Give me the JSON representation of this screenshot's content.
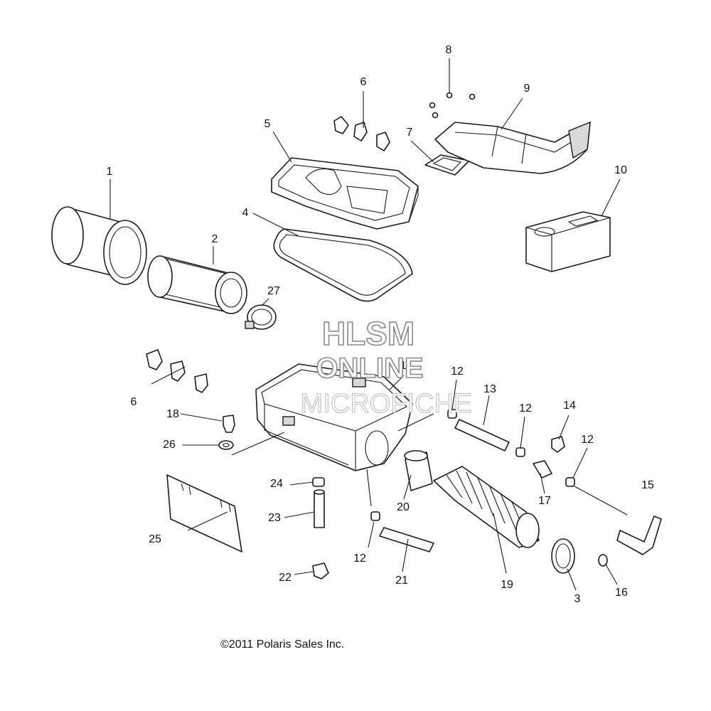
{
  "watermark": {
    "line1": "HLSM",
    "line2": "ONLINE",
    "line3": "MICROFICHE"
  },
  "copyright": "©2011 Polaris Sales Inc.",
  "callouts": {
    "c1": "1",
    "c2": "2",
    "c3": "3",
    "c4": "4",
    "c5": "5",
    "c6a": "6",
    "c6b": "6",
    "c7": "7",
    "c8": "8",
    "c9": "9",
    "c10": "10",
    "c11": "11",
    "c12a": "12",
    "c12b": "12",
    "c12c": "12",
    "c12d": "12",
    "c13": "13",
    "c14": "14",
    "c15": "15",
    "c16": "16",
    "c17": "17",
    "c18": "18",
    "c19": "19",
    "c20": "20",
    "c21": "21",
    "c22": "22",
    "c23": "23",
    "c24": "24",
    "c25": "25",
    "c26": "26",
    "c27": "27"
  }
}
